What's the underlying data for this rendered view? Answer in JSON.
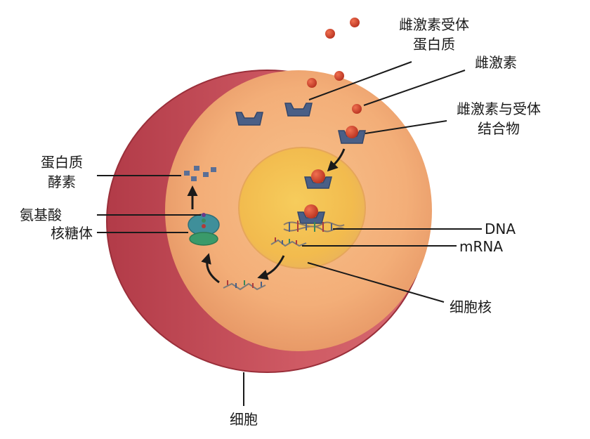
{
  "labels": {
    "receptor_protein_line1": "雌激素受体",
    "receptor_protein_line2": "蛋白质",
    "estrogen": "雌激素",
    "complex_line1": "雌激素与受体",
    "complex_line2": "结合物",
    "enzyme_line1": "蛋白质",
    "enzyme_line2": "酵素",
    "amino_acid": "氨基酸",
    "ribosome": "核糖体",
    "dna": "DNA",
    "mrna": "mRNA",
    "nucleus": "细胞核",
    "cell": "细胞"
  },
  "colors": {
    "membrane_outer": "#c8505a",
    "membrane_inner": "#a83844",
    "cytoplasm": "#f3b07a",
    "nucleus": "#f3c050",
    "hormone": "#d2452a",
    "receptor": "#4a5f86",
    "ribosome_top": "#3f8f9a",
    "ribosome_bottom": "#3a9a6a"
  },
  "icons": [
    "hormone-dot-icon",
    "receptor-cup-icon",
    "arrow-icon",
    "ribosome-icon",
    "dna-strand-icon",
    "mrna-strand-icon",
    "enzyme-cube-icon"
  ]
}
